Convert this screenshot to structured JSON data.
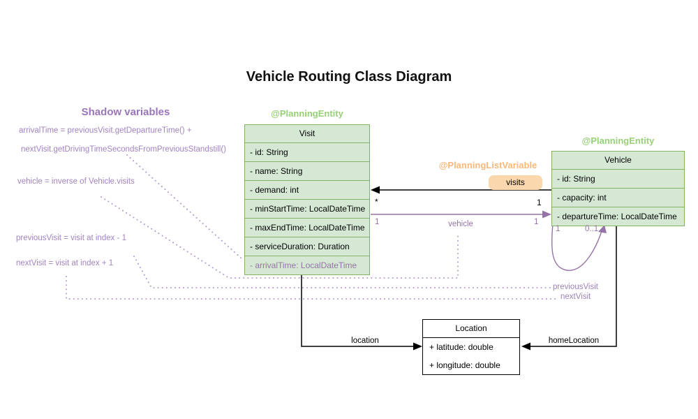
{
  "title": "Vehicle Routing Class Diagram",
  "shadow": {
    "heading": "Shadow variables",
    "notes": [
      "arrivalTime = previousVisit.getDepartureTime() +",
      "nextVisit.getDrivingTimeSecondsFromPreviousStandstill()",
      "vehicle = inverse of Vehicle.visits",
      "previousVisit = visit at index - 1",
      "nextVisit = visit at index + 1"
    ]
  },
  "annotations": {
    "visit_entity": "@PlanningEntity",
    "vehicle_entity": "@PlanningEntity",
    "list_variable": "@PlanningListVariable",
    "visits_badge": "visits"
  },
  "classes": {
    "visit": {
      "name": "Visit",
      "attributes": [
        "- id: String",
        "- name: String",
        "- demand: int",
        "- minStartTime: LocalDateTime",
        "- maxEndTime: LocalDateTime",
        "- serviceDuration: Duration"
      ],
      "shadow_attribute": "- arrivalTime: LocalDateTime"
    },
    "vehicle": {
      "name": "Vehicle",
      "attributes": [
        "- id: String",
        "- capacity: int",
        "- departureTime: LocalDateTime"
      ]
    },
    "location": {
      "name": "Location",
      "attributes": [
        "+ latitude: double",
        "+ longitude: double"
      ]
    }
  },
  "relations": {
    "visits": {
      "visit_mult": "*",
      "vehicle_mult": "1"
    },
    "vehicle": {
      "label": "vehicle",
      "visit_mult": "1",
      "vehicle_mult": "1"
    },
    "chain": {
      "left_mult": "1",
      "right_mult": "0..1",
      "previous_label": "previousVisit",
      "next_label": "nextVisit"
    },
    "location": {
      "label": "location"
    },
    "home_location": {
      "label": "homeLocation"
    }
  },
  "colors": {
    "entity_green_fill": "#d5e8d4",
    "entity_green_border": "#82b366",
    "entity_annotation_green": "#97d077",
    "list_variable_orange": "#fbb877",
    "visits_badge_fill": "#fad7ac",
    "association_purple": "#9673a6",
    "shadow_note_purple": "#a283c0",
    "dotted_link_purple": "#b49bce"
  }
}
